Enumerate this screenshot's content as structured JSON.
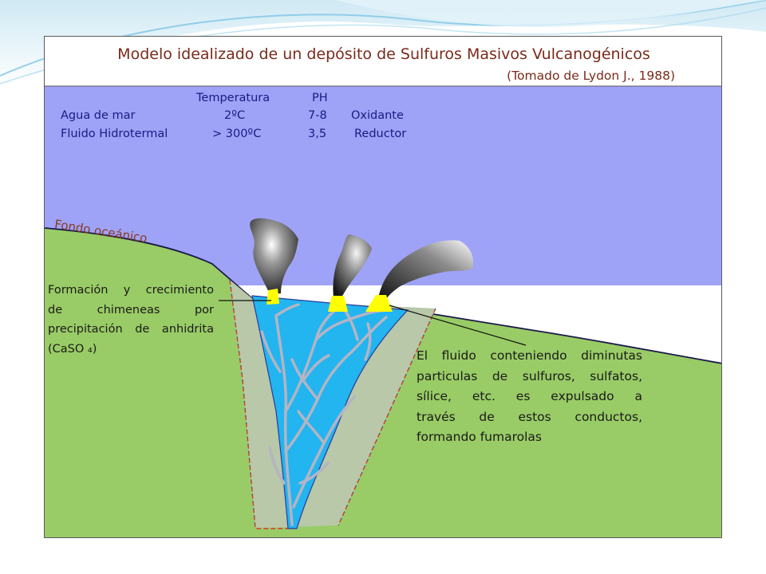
{
  "title": "Modelo idealizado de un depósito de Sulfuros Masivos Vulcanogénicos",
  "subtitle": "(Tomado de Lydon J., 1988)",
  "table": {
    "headers": [
      "Temperatura",
      "PH"
    ],
    "rows": [
      {
        "name": "Agua de mar",
        "temperature": "2ºC",
        "ph": "7-8",
        "state": "Oxidante"
      },
      {
        "name": "Fluido Hidrotermal",
        "temperature": "> 300ºC",
        "ph": "3,5",
        "state": "Reductor"
      }
    ]
  },
  "labels": {
    "seafloor": "Fondo oceánico",
    "chimney_note": [
      "Formación y crecimiento",
      "de chimeneas por",
      "precipitación de anhidrita",
      "(CaSO ₄)"
    ],
    "fluid_note": [
      "El fluido conteniendo diminutas",
      "particulas de sulfuros, sulfatos,",
      "sílice, etc. es expulsado a",
      "través de estos conductos,",
      "formando fumarolas"
    ]
  },
  "colors": {
    "seawater": "#9ea3f8",
    "seafloor": "#99cc66",
    "alteration_halo": "#b8c8a8",
    "hydrothermal_fluid": "#22b5f0",
    "vein": "#b4b4c4",
    "chimney": "#ffff00",
    "title_text": "#7a2a1a",
    "table_text": "#1a1a80"
  }
}
